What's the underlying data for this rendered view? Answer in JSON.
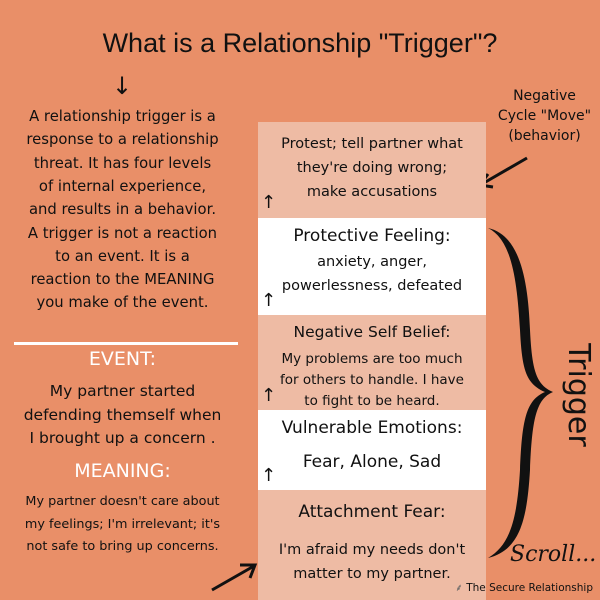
{
  "title": "What is a Relationship \"Trigger\"?",
  "intro": [
    "A relationship trigger is a",
    "response to a relationship",
    "threat.  It has four levels",
    "of internal experience,",
    "and results in a behavior.",
    "A trigger is not a reaction",
    "to an event.  It is a",
    "reaction to the MEANING",
    "you make of the event."
  ],
  "event": {
    "heading": "EVENT:",
    "lines": [
      "My partner started",
      "defending themself when",
      "I brought up a concern ."
    ]
  },
  "meaning": {
    "heading": "MEANING:",
    "lines": [
      "My partner doesn't care about",
      "my feelings; I'm irrelevant; it's",
      "not safe to bring up concerns."
    ]
  },
  "boxes": [
    {
      "heading": "",
      "lines": [
        "Protest; tell partner what",
        "they're doing wrong;",
        "make accusations"
      ]
    },
    {
      "heading": "Protective Feeling:",
      "lines": [
        "anxiety, anger,",
        "powerlessness, defeated"
      ]
    },
    {
      "heading": "Negative Self Belief:",
      "lines": [
        "My problems are too much",
        "for others to handle. I have",
        "to fight to be heard."
      ]
    },
    {
      "heading": "Vulnerable Emotions:",
      "lines": [
        "Fear, Alone, Sad"
      ]
    },
    {
      "heading": "Attachment Fear:",
      "lines": [
        "I'm afraid my needs don't",
        "matter to my partner."
      ]
    }
  ],
  "side_note": [
    "Negative",
    "Cycle \"Move\"",
    "(behavior)"
  ],
  "trigger_label": "Trigger",
  "scroll": "Scroll...",
  "brand": "The Secure Relationship",
  "colors": {
    "background": "#E98F68",
    "peach": "#EEBBA4",
    "white": "#FFFFFF"
  }
}
